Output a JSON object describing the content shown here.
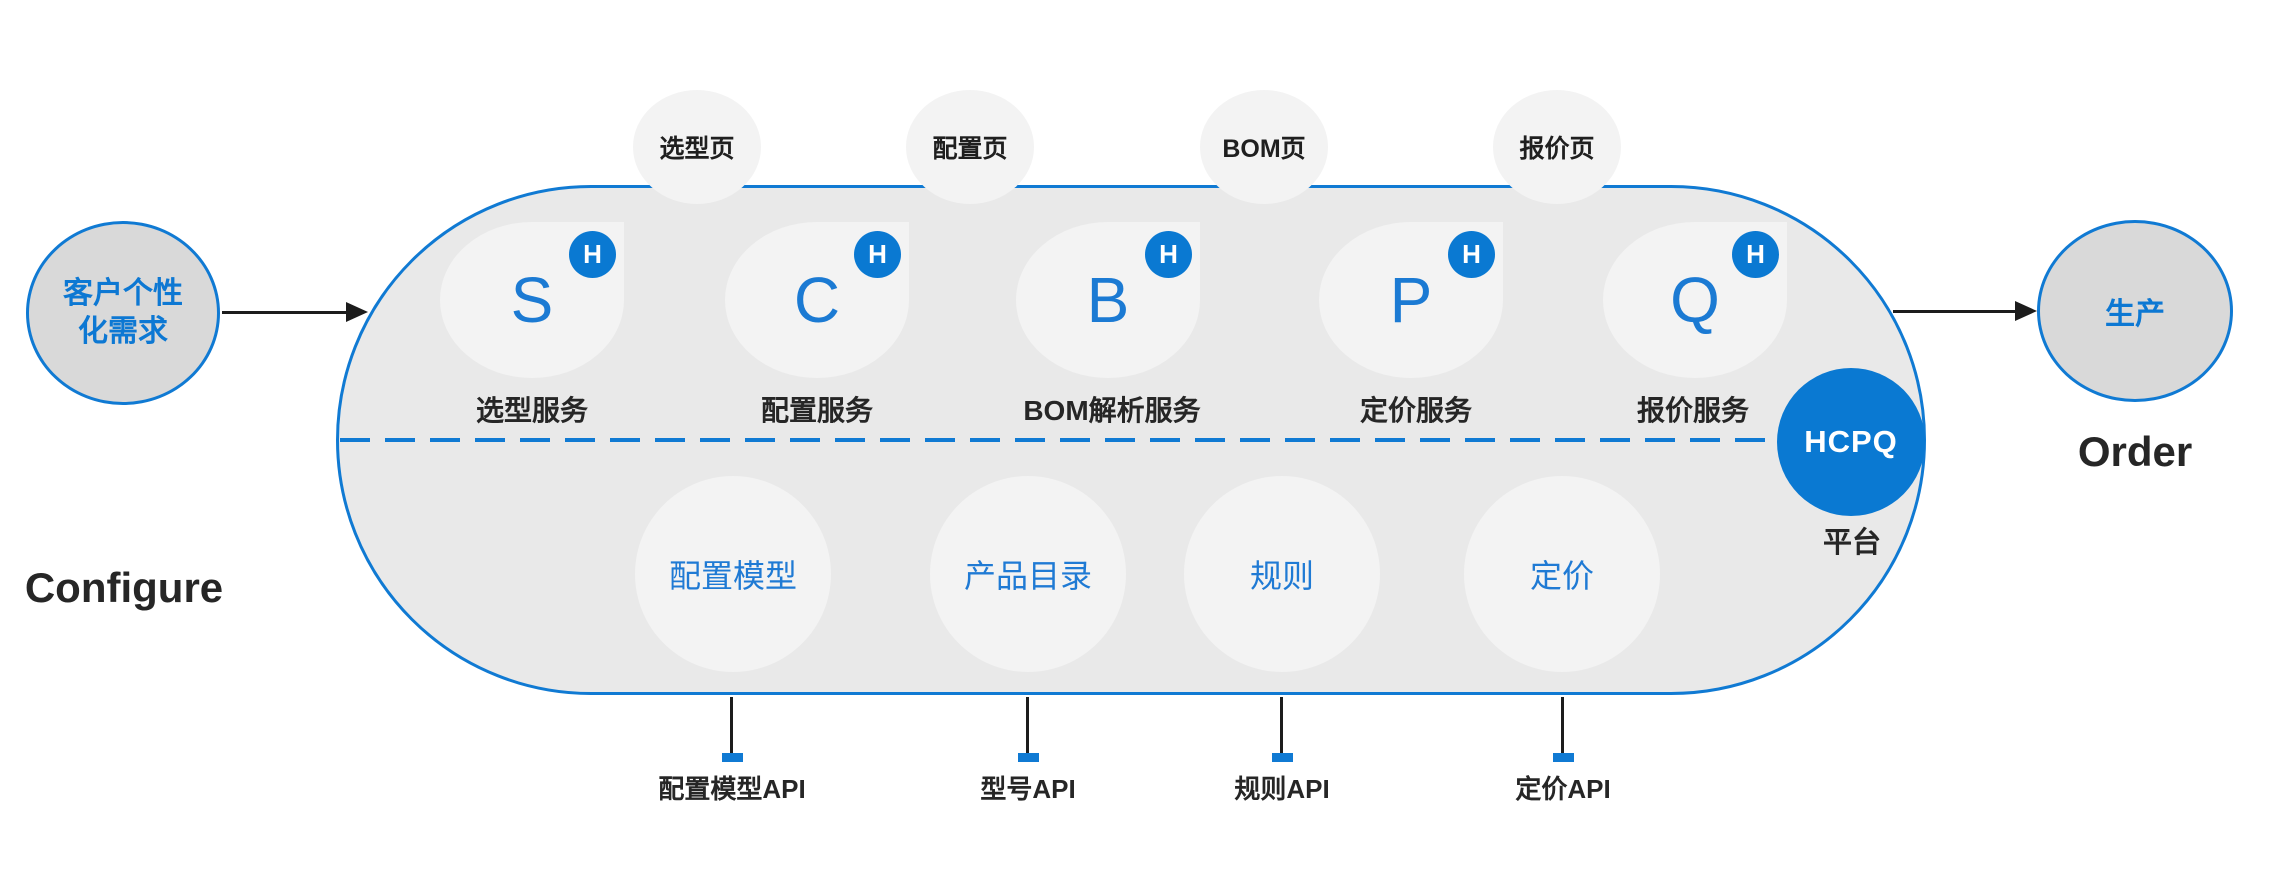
{
  "colors": {
    "accent_blue": "#107ad3",
    "filled_blue": "#0a79d2",
    "container_gray": "#e9e9e9",
    "node_gray": "#f3f3f3",
    "endpoint_gray": "#d9d9d9",
    "text_dark": "#262626",
    "arrow_black": "#1c1c1c"
  },
  "left_endpoint": {
    "label_line1": "客户个性",
    "label_line2": "化需求",
    "caption": "Configure"
  },
  "right_endpoint": {
    "label": "生产",
    "caption": "Order"
  },
  "page_tabs": [
    {
      "label": "选型页"
    },
    {
      "label": "配置页"
    },
    {
      "label": "BOM页"
    },
    {
      "label": "报价页"
    }
  ],
  "services": [
    {
      "letter": "S",
      "badge": "H",
      "label": "选型服务"
    },
    {
      "letter": "C",
      "badge": "H",
      "label": "配置服务"
    },
    {
      "letter": "B",
      "badge": "H",
      "label": "BOM解析服务"
    },
    {
      "letter": "P",
      "badge": "H",
      "label": "定价服务"
    },
    {
      "letter": "Q",
      "badge": "H",
      "label": "报价服务"
    }
  ],
  "resources": [
    {
      "label": "配置模型"
    },
    {
      "label": "产品目录"
    },
    {
      "label": "规则"
    },
    {
      "label": "定价"
    }
  ],
  "platform": {
    "label": "HCPQ",
    "caption": "平台"
  },
  "apis": [
    {
      "label": "配置模型API"
    },
    {
      "label": "型号API"
    },
    {
      "label": "规则API"
    },
    {
      "label": "定价API"
    }
  ]
}
